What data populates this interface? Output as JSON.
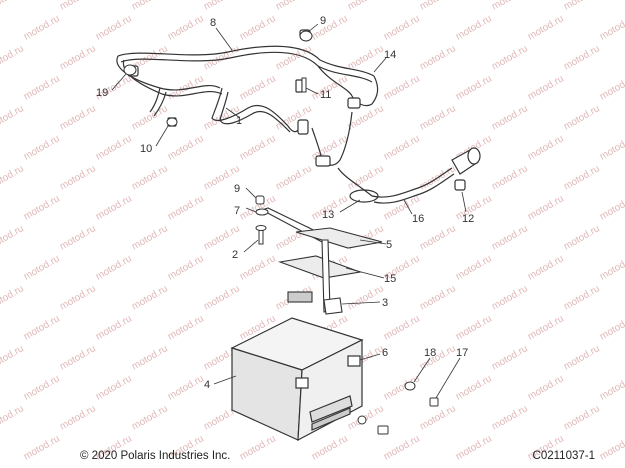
{
  "footer": {
    "copyright": "© 2020 Polaris Industries Inc.",
    "figure_id": "C0211037-1"
  },
  "watermark": {
    "text": "motod.ru",
    "color": "#e0b8b8"
  },
  "callouts": [
    {
      "id": "1",
      "label": "1"
    },
    {
      "id": "2",
      "label": "2"
    },
    {
      "id": "3",
      "label": "3"
    },
    {
      "id": "4",
      "label": "4"
    },
    {
      "id": "5",
      "label": "5"
    },
    {
      "id": "6",
      "label": "6"
    },
    {
      "id": "7",
      "label": "7"
    },
    {
      "id": "8",
      "label": "8"
    },
    {
      "id": "9a",
      "label": "9"
    },
    {
      "id": "9b",
      "label": "9"
    },
    {
      "id": "10",
      "label": "10"
    },
    {
      "id": "11",
      "label": "11"
    },
    {
      "id": "12",
      "label": "12"
    },
    {
      "id": "13",
      "label": "13"
    },
    {
      "id": "14",
      "label": "14"
    },
    {
      "id": "15",
      "label": "15"
    },
    {
      "id": "16",
      "label": "16"
    },
    {
      "id": "17",
      "label": "17"
    },
    {
      "id": "18",
      "label": "18"
    },
    {
      "id": "19",
      "label": "19"
    }
  ],
  "colors": {
    "line": "#333333",
    "battery_shade": "#e4e4e4",
    "pad_shade": "#cccccc"
  }
}
